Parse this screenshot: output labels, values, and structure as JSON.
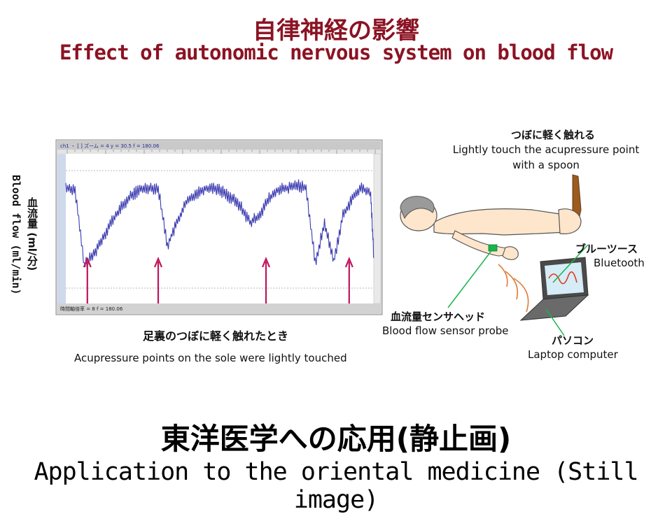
{
  "header": {
    "title_jp": "自律神経の影響",
    "title_en": "Effect of autonomic nervous system on blood flow"
  },
  "chart": {
    "toolbar_text": "ch1 ・ [ ]   ズーム = 4   y = 30.5   f = 180.06",
    "statusbar_text": "時間軸倍率 = 8        f = 180.06",
    "ylabel_jp": "血流量 (ml/分)",
    "ylabel_en": "Blood flow (ml/min)"
  },
  "chart_data": {
    "type": "line",
    "ylabel": "血流量 (ml/分) / Blood flow (ml/min)",
    "grid": true,
    "series": [
      {
        "x": [
          0,
          3,
          6,
          9,
          12,
          15,
          18,
          21,
          24,
          27,
          30,
          33,
          36,
          39,
          42,
          45,
          48,
          51,
          54,
          57,
          60,
          63,
          66,
          69,
          72,
          75,
          78,
          81,
          84,
          87,
          90,
          93,
          96,
          99,
          100
        ],
        "values": [
          80,
          78,
          10,
          20,
          35,
          50,
          62,
          72,
          78,
          80,
          79,
          28,
          48,
          66,
          74,
          79,
          80,
          76,
          70,
          62,
          48,
          56,
          70,
          78,
          79,
          82,
          80,
          12,
          48,
          14,
          55,
          70,
          80,
          74,
          18
        ]
      }
    ],
    "markers_x": [
      7,
      30,
      65,
      92
    ]
  },
  "setup": {
    "touch_label_jp": "つぼに軽く触れる",
    "touch_label_en_line1": "Lightly touch the acupressure point",
    "touch_label_en_line2": "with a spoon",
    "bluetooth_jp": "ブルーツース",
    "bluetooth_en": "Bluetooth",
    "probe_jp": "血流量センサヘッド",
    "probe_en": "Blood flow sensor probe",
    "laptop_jp": "パソコン",
    "laptop_en": "Laptop computer"
  },
  "caption": {
    "jp": "足裏のつぼに軽く触れたとき",
    "en": "Acupressure points on the sole were lightly touched"
  },
  "footer": {
    "title_jp": "東洋医学への応用(静止画)",
    "title_en": "Application to the oriental medicine (Still image)"
  },
  "colors": {
    "title": "#8b1323",
    "waveform": "#3b3bb0",
    "marker": "#c0145a",
    "probe_line": "#19b34a",
    "bluetooth_line": "#19b34a",
    "screen_wave": "#e03a1f",
    "spoon": "#9a5a20"
  }
}
